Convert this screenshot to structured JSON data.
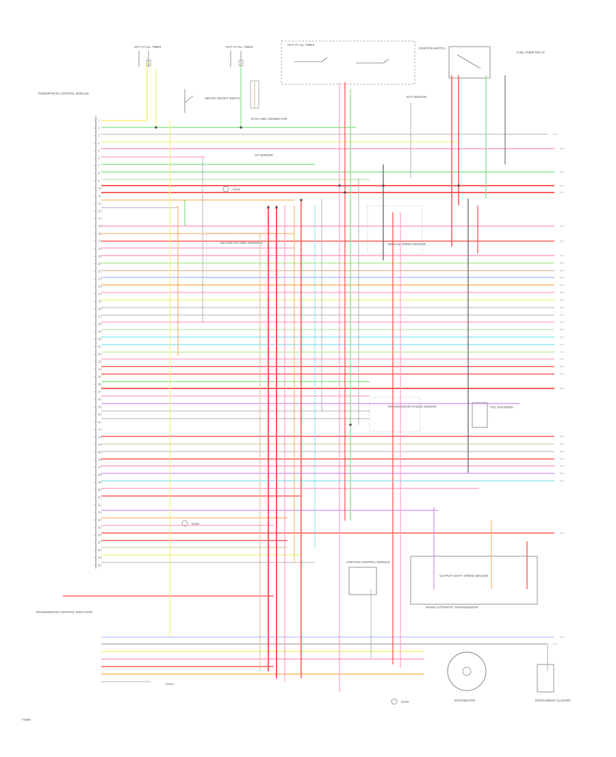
{
  "diagram_code": "F2590",
  "colors": {
    "red": "#ff5a5a",
    "pink": "#ff9dc8",
    "green": "#7be07b",
    "yellow": "#f2f27a",
    "cyan": "#7fe0f0",
    "orange": "#ffb463",
    "purple": "#cf8cf0",
    "gray": "#b0b0b0",
    "dark": "#555555",
    "tan": "#d8c9a0",
    "light_green": "#b9ea9e",
    "light_blue": "#a9c4f5"
  },
  "pcm": {
    "title": "POWERTRAIN CONTROL MODULE",
    "pins": [
      "1",
      "2",
      "3",
      "4",
      "5",
      "6",
      "7",
      "8",
      "9",
      "10",
      "11",
      "12",
      "13",
      "14",
      "15",
      "16",
      "17",
      "18",
      "19",
      "20",
      "21",
      "22",
      "23",
      "24",
      "25",
      "26",
      "27",
      "28",
      "29",
      "30",
      "31",
      "32",
      "33",
      "34",
      "35",
      "36",
      "37",
      "38",
      "39",
      "40",
      "41",
      "42",
      "43",
      "44",
      "45",
      "46",
      "47",
      "48",
      "49",
      "50",
      "51",
      "52",
      "53",
      "54",
      "55",
      "56",
      "57",
      "58",
      "59",
      "60"
    ]
  },
  "components": {
    "fuse_box_1": "HOT AT ALL TIMES",
    "fuse_box_2": "HOT AT ALL TIMES",
    "relay_box": "HOT AT ALL TIMES",
    "ignition_switch": "IGNITION SWITCH",
    "relay_panel": "FUEL PUMP RELAY",
    "brake_switch": "BRAKE ON/OFF SWITCH",
    "data_link": "DATA LINK CONNECTOR",
    "ground_1": "G101",
    "ground_2": "G102",
    "ground_3": "G103",
    "sensor_group": "HEATED OXYGEN SENSORS",
    "distributor": "DISTRIBUTOR",
    "transmission": "4R44E AUTOMATIC TRANSMISSION",
    "speed_sensor": "VEHICLE SPEED SENSOR",
    "iat_sensor": "IAT SENSOR",
    "ect_sensor": "ECT SENSOR",
    "ignition_module": "IGNITION CONTROL MODULE",
    "output_speed": "OUTPUT SHAFT SPEED SENSOR",
    "transmission_range": "TRANSMISSION RANGE SENSOR",
    "tcc": "TCC SOLENOID",
    "instrument_cluster": "INSTRUMENT CLUSTER",
    "trans_control": "TRANSMISSION CONTROL INDICATOR",
    "ground_4": "G104"
  }
}
